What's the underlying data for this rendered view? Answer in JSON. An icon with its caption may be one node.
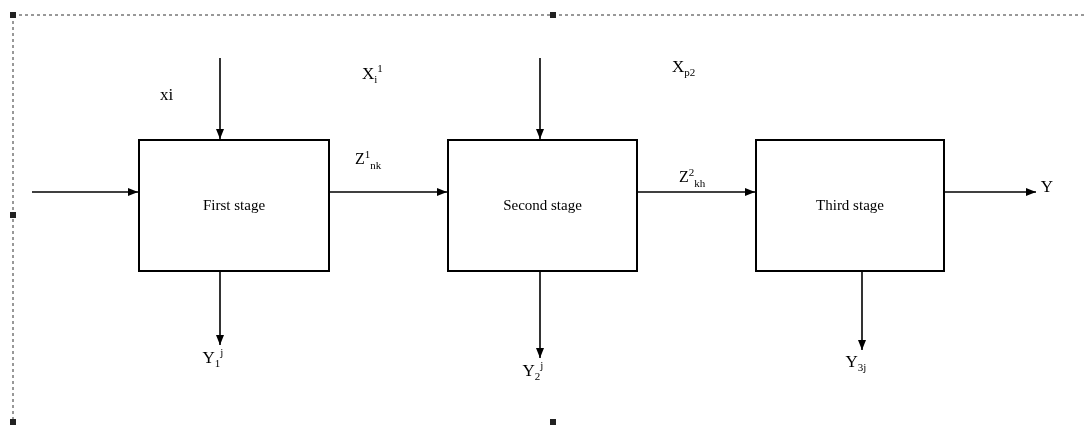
{
  "diagram": {
    "nodes": [
      {
        "text": [
          "First stage"
        ]
      },
      {
        "text": [
          "Second stage"
        ]
      },
      {
        "text": [
          "Third stage"
        ]
      },
      {
        "text": [
          "Y"
        ]
      },
      {
        "text": [
          "Y$_{1}$$^{j}$"
        ]
      },
      {
        "text": [
          "Y$_{2}$$^{j}$"
        ]
      },
      {
        "text": [
          "Y$_{3j}$"
        ]
      }
    ],
    "edges": [
      {
        "from": null,
        "to": 0,
        "arrow": "to"
      },
      {
        "from": null,
        "to": 0,
        "arrow": "to"
      },
      {
        "from": null,
        "to": 1,
        "arrow": "to"
      },
      {
        "from": 0,
        "to": 1,
        "arrow": "to",
        "label": "Z$^{1}$$_{nk}$"
      },
      {
        "from": 1,
        "to": 2,
        "arrow": "to",
        "label": "Z$^{2}$$_{kh}$"
      },
      {
        "from": 2,
        "to": 3,
        "arrow": "to"
      },
      {
        "from": 0,
        "to": 4,
        "arrow": "to"
      },
      {
        "from": 1,
        "to": 5,
        "arrow": "to"
      },
      {
        "from": 2,
        "to": 6,
        "arrow": "to"
      }
    ],
    "labels": [
      "xi",
      "X$_{i}$$^{1}$",
      "X$_{p2}$"
    ]
  }
}
